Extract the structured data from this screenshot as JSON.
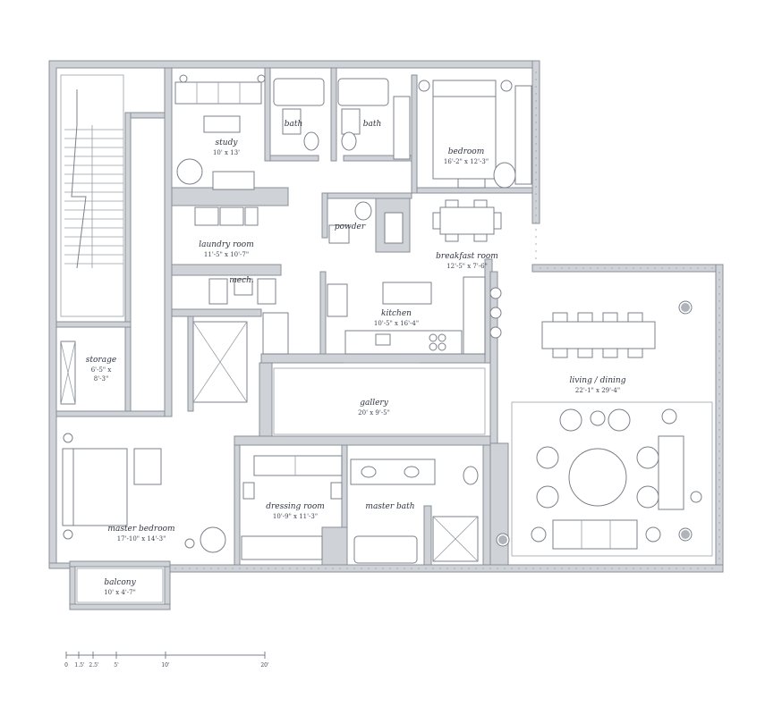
{
  "rooms": {
    "study": {
      "name": "study",
      "dims": "10' x 13'"
    },
    "bath_left": {
      "name": "bath"
    },
    "bath_right": {
      "name": "bath"
    },
    "bedroom": {
      "name": "bedroom",
      "dims": "16'-2\" x 12'-3\""
    },
    "laundry": {
      "name": "laundry room",
      "dims": "11'-5\" x 10'-7\""
    },
    "mech": {
      "name": "mech."
    },
    "powder": {
      "name": "powder"
    },
    "breakfast": {
      "name": "breakfast room",
      "dims": "12'-5\" x 7'-6\""
    },
    "kitchen": {
      "name": "kitchen",
      "dims": "10'-5\" x 16'-4\""
    },
    "living": {
      "name": "living / dining",
      "dims": "22'-1\" x 29'-4\""
    },
    "storage": {
      "name": "storage",
      "dims_1": "6'-5\" x",
      "dims_2": "8'-3\""
    },
    "gallery": {
      "name": "gallery",
      "dims": "20' x 9'-5\""
    },
    "master_bedroom": {
      "name": "master bedroom",
      "dims": "17'-10\" x 14'-3\""
    },
    "dressing": {
      "name": "dressing room",
      "dims": "10'-9\" x 11'-3\""
    },
    "master_bath": {
      "name": "master bath"
    },
    "balcony": {
      "name": "balcony",
      "dims": "10' x 4'-7\""
    }
  },
  "scale_bar": {
    "ticks": [
      "0",
      "1.5'",
      "2.5'",
      "5'",
      "10'",
      "20'"
    ]
  }
}
